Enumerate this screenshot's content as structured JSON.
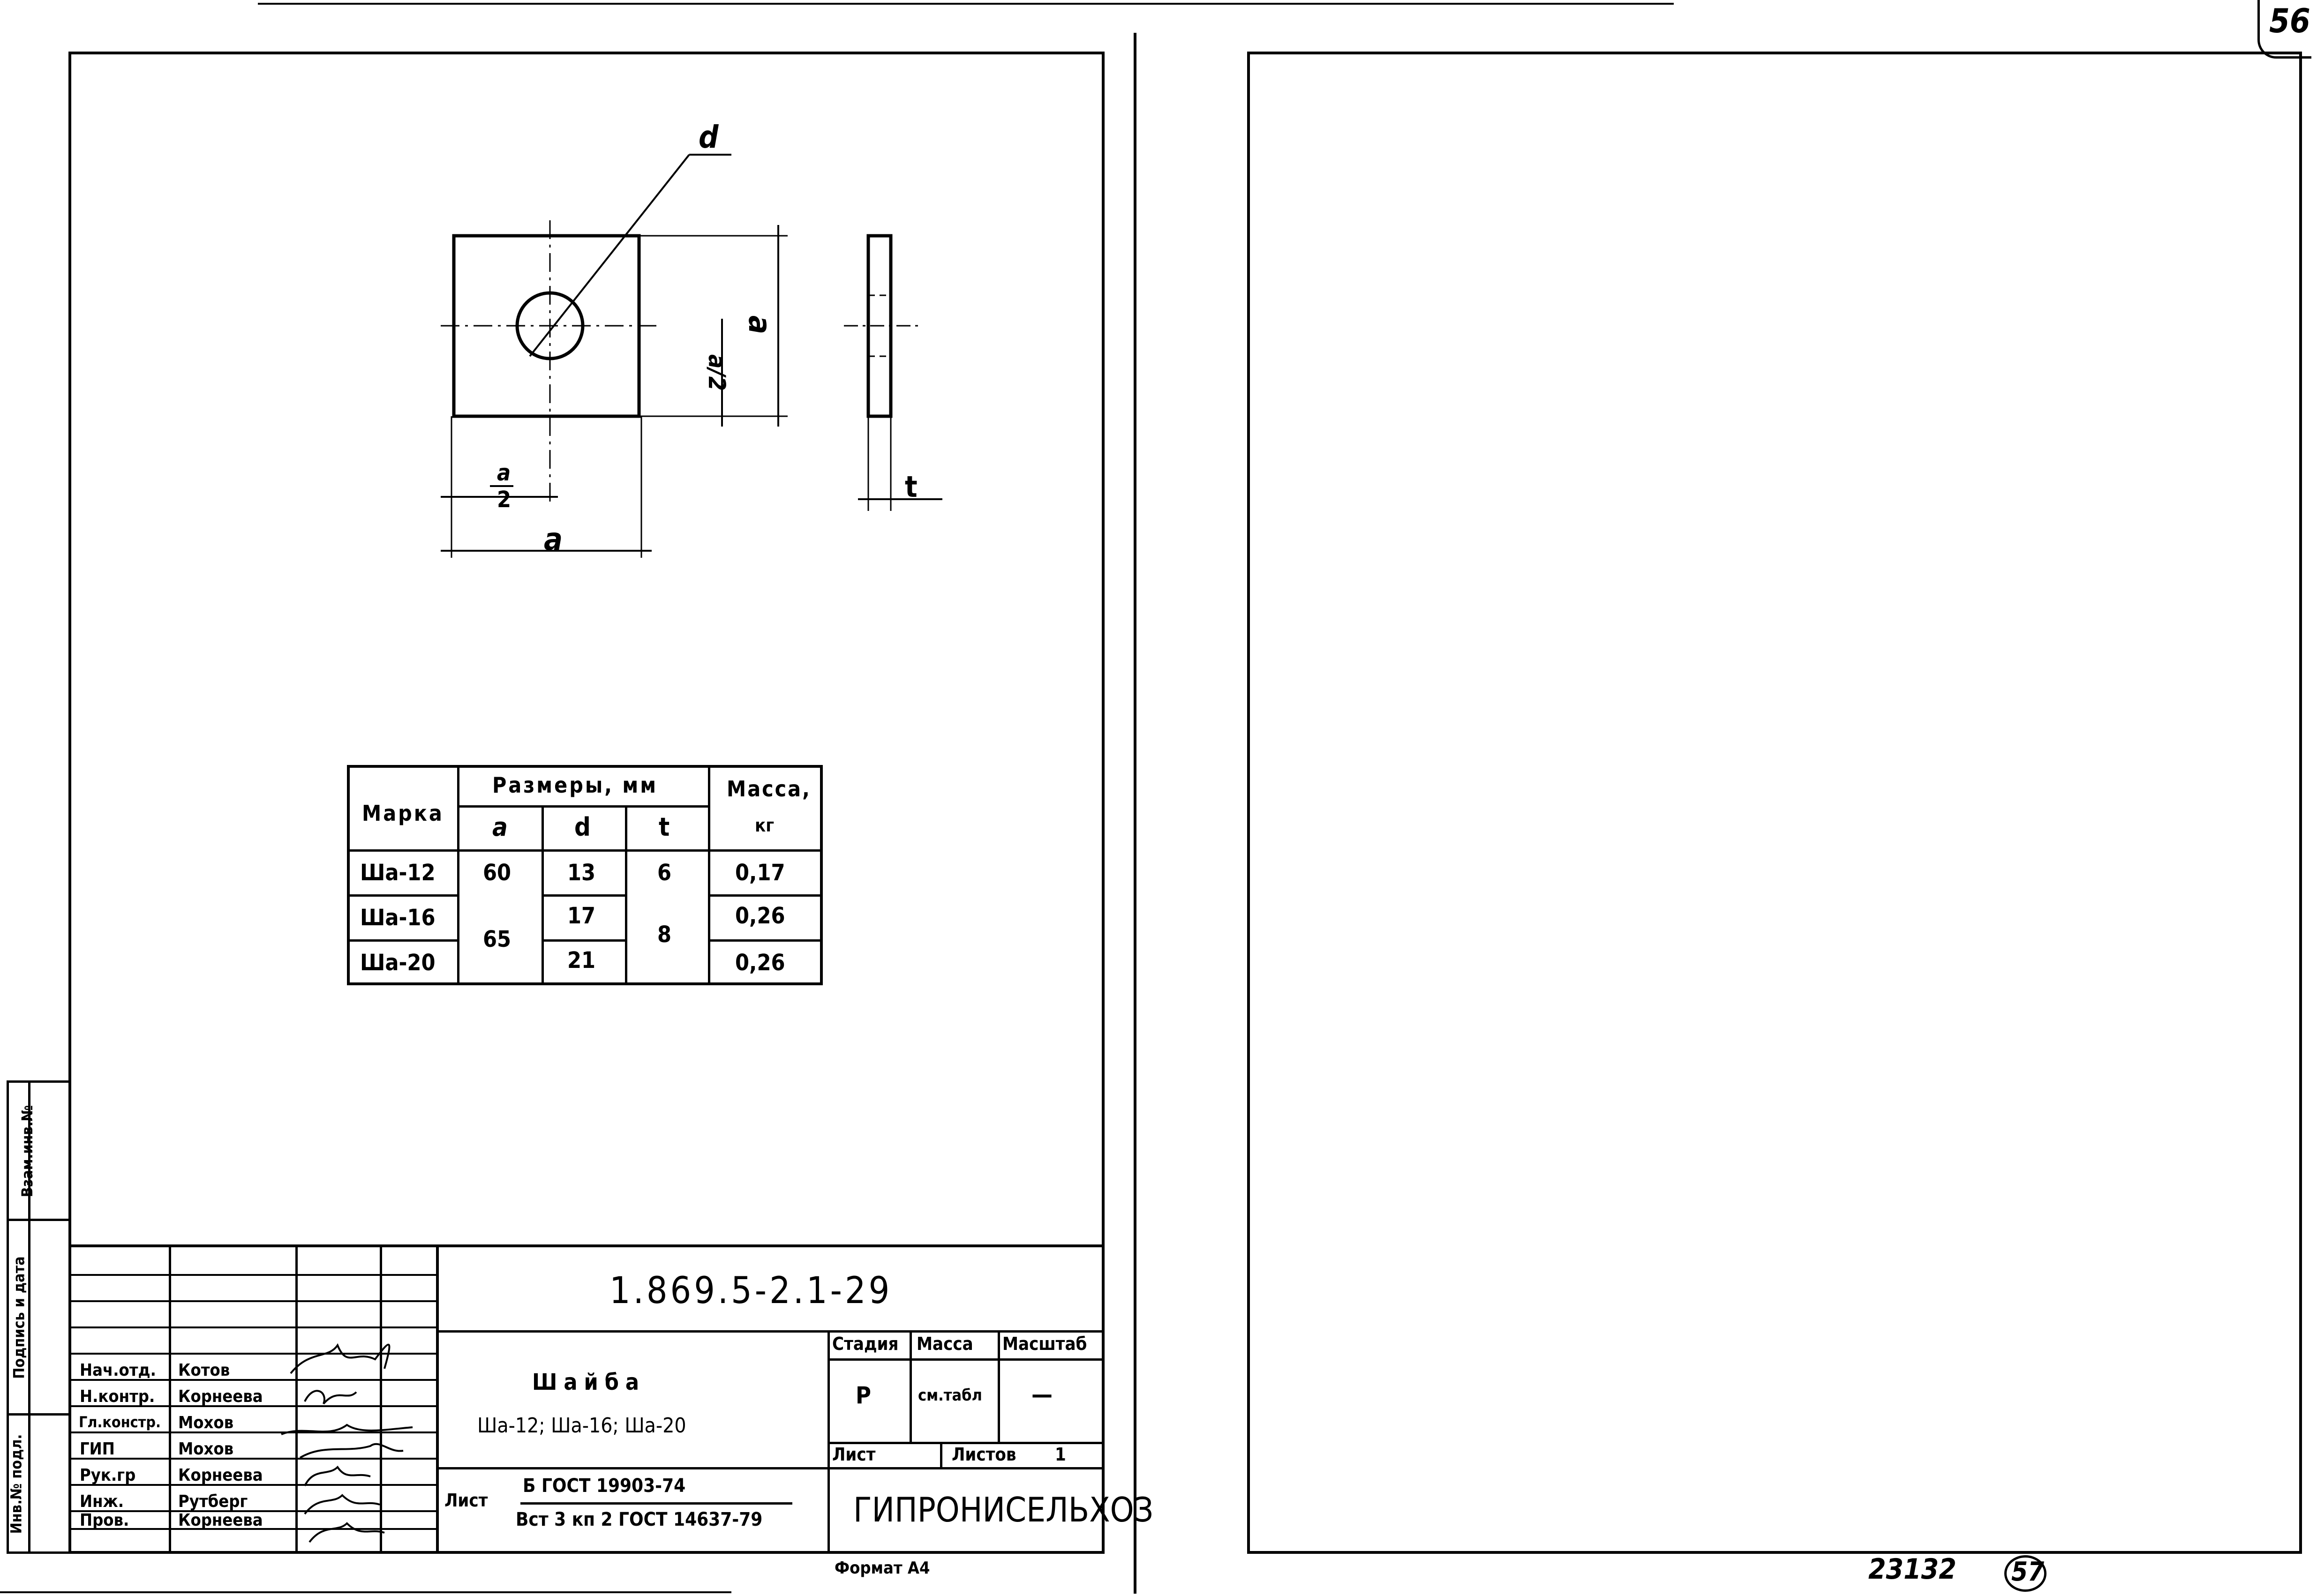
{
  "drawing": {
    "labels": {
      "d": "d",
      "a": "a",
      "a_half": "a/2",
      "a_half_num": "a",
      "a_half_den": "2",
      "t": "t"
    }
  },
  "table": {
    "headers": {
      "mark": "Марка",
      "sizes": "Размеры, мм",
      "mass": "Масса,",
      "mass_unit": "кг",
      "a": "a",
      "d": "d",
      "t": "t"
    },
    "rows": [
      {
        "mark": "Шa-12",
        "a": "60",
        "d": "13",
        "t": "6",
        "mass": "0,17"
      },
      {
        "mark": "Шa-16",
        "a": "65",
        "d": "17",
        "t": "8",
        "mass": "0,26"
      },
      {
        "mark": "Шa-20",
        "d": "21",
        "mass": "0,26"
      }
    ]
  },
  "side_stamps": [
    "Взам.инв.№",
    "Подпись и дата",
    "Инв.№ подл."
  ],
  "title_block": {
    "doc_code": "1.869.5-2.1-29",
    "name_title": "Шайба",
    "name_marks": "Шa-12; Шa-16; Шa-20",
    "roles": [
      {
        "role": "Нач.отд.",
        "name": "Котов"
      },
      {
        "role": "Н.контр.",
        "name": "Корнеева"
      },
      {
        "role": "Гл.констр.",
        "name": "Мохов"
      },
      {
        "role": "ГИП",
        "name": "Мохов"
      },
      {
        "role": "Рук.гр",
        "name": "Корнеева"
      },
      {
        "role": "Инж.",
        "name": "Рутберг"
      },
      {
        "role": "Пров.",
        "name": "Корнеева"
      }
    ],
    "headers": {
      "stage": "Стадия",
      "mass": "Масса",
      "scale": "Масштаб"
    },
    "stage_value": "Р",
    "mass_value": "см.табл",
    "scale_value": "—",
    "sheet_label": "Лист",
    "sheets_label": "Листов",
    "sheets_value": "1",
    "material_prefix": "Лист",
    "material_line1": "Б ГОСТ 19903-74",
    "material_line2": "Вст 3 кп 2 ГОСТ 14637-79",
    "org": "ГИПРОНИСЕЛЬХОЗ"
  },
  "format_label": "Формат А4",
  "corner_page_number": "56",
  "bottom_note": "23132",
  "bottom_circle_number": "57"
}
